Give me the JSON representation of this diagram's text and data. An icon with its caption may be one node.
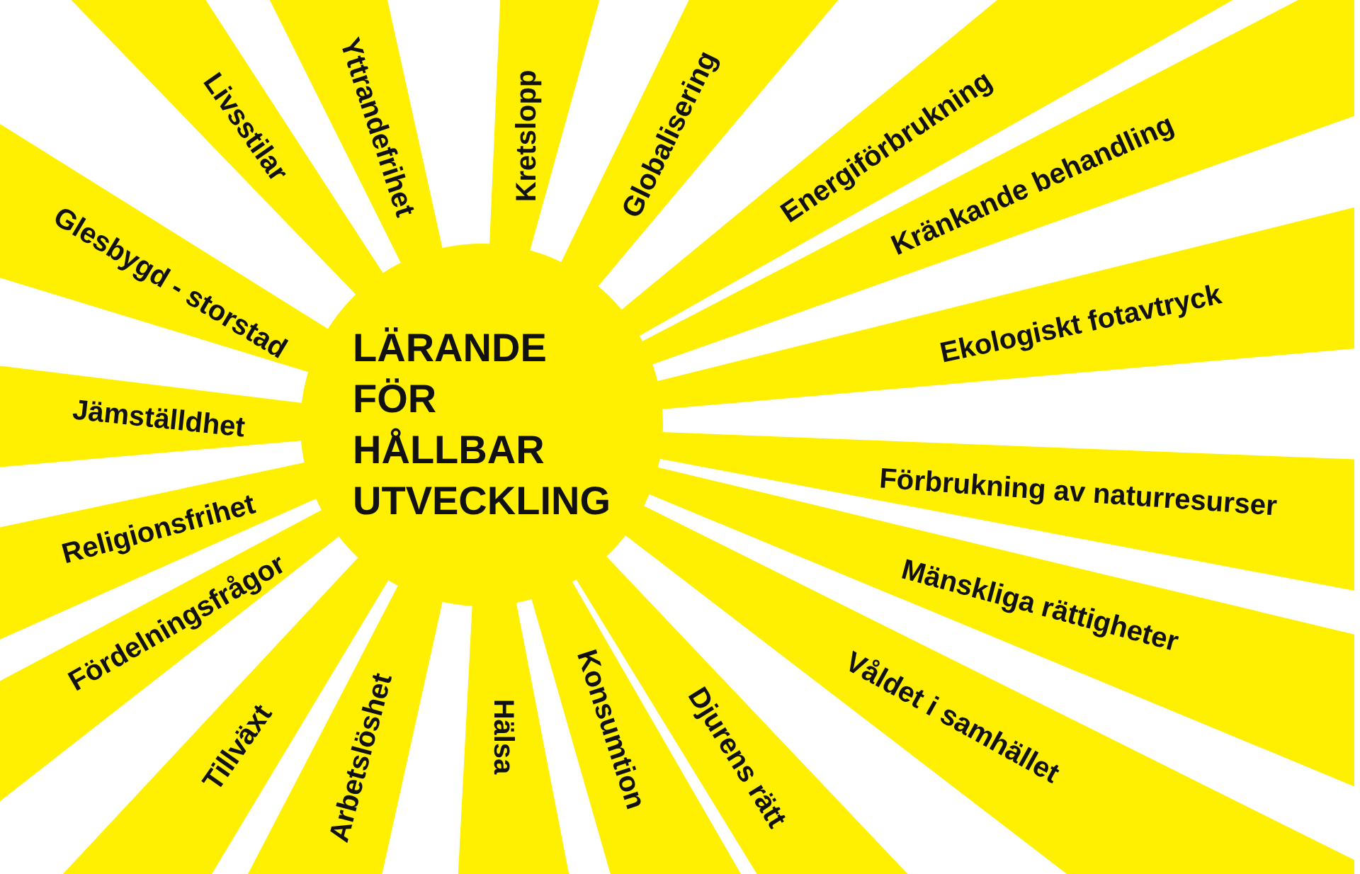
{
  "diagram": {
    "nodes": [
      {
        "text": [
          "LÄRANDE FÖR HÅLLBAR UTVECKLING"
        ]
      },
      {
        "text": [
          "Glesbygd - storstad"
        ]
      },
      {
        "text": [
          "Livsstilar"
        ]
      },
      {
        "text": [
          "Yttrandefrihet"
        ]
      },
      {
        "text": [
          "Kretslopp"
        ]
      },
      {
        "text": [
          "Globalisering"
        ]
      },
      {
        "text": [
          "Energiförbrukning"
        ]
      },
      {
        "text": [
          "Kränkande behandling"
        ]
      },
      {
        "text": [
          "Ekologiskt fotavtryck"
        ]
      },
      {
        "text": [
          "Förbrukning av naturresurser"
        ]
      },
      {
        "text": [
          "Mänskliga rättigheter"
        ]
      },
      {
        "text": [
          "Våldet i samhället"
        ]
      },
      {
        "text": [
          "Djurens rätt"
        ]
      },
      {
        "text": [
          "Konsumtion"
        ]
      },
      {
        "text": [
          "Hälsa"
        ]
      },
      {
        "text": [
          "Arbetslöshet"
        ]
      },
      {
        "text": [
          "Tillväxt"
        ]
      },
      {
        "text": [
          "Fördelningsfrågor"
        ]
      },
      {
        "text": [
          "Religionsfrihet"
        ]
      },
      {
        "text": [
          "Jämställdhet"
        ]
      }
    ]
  }
}
